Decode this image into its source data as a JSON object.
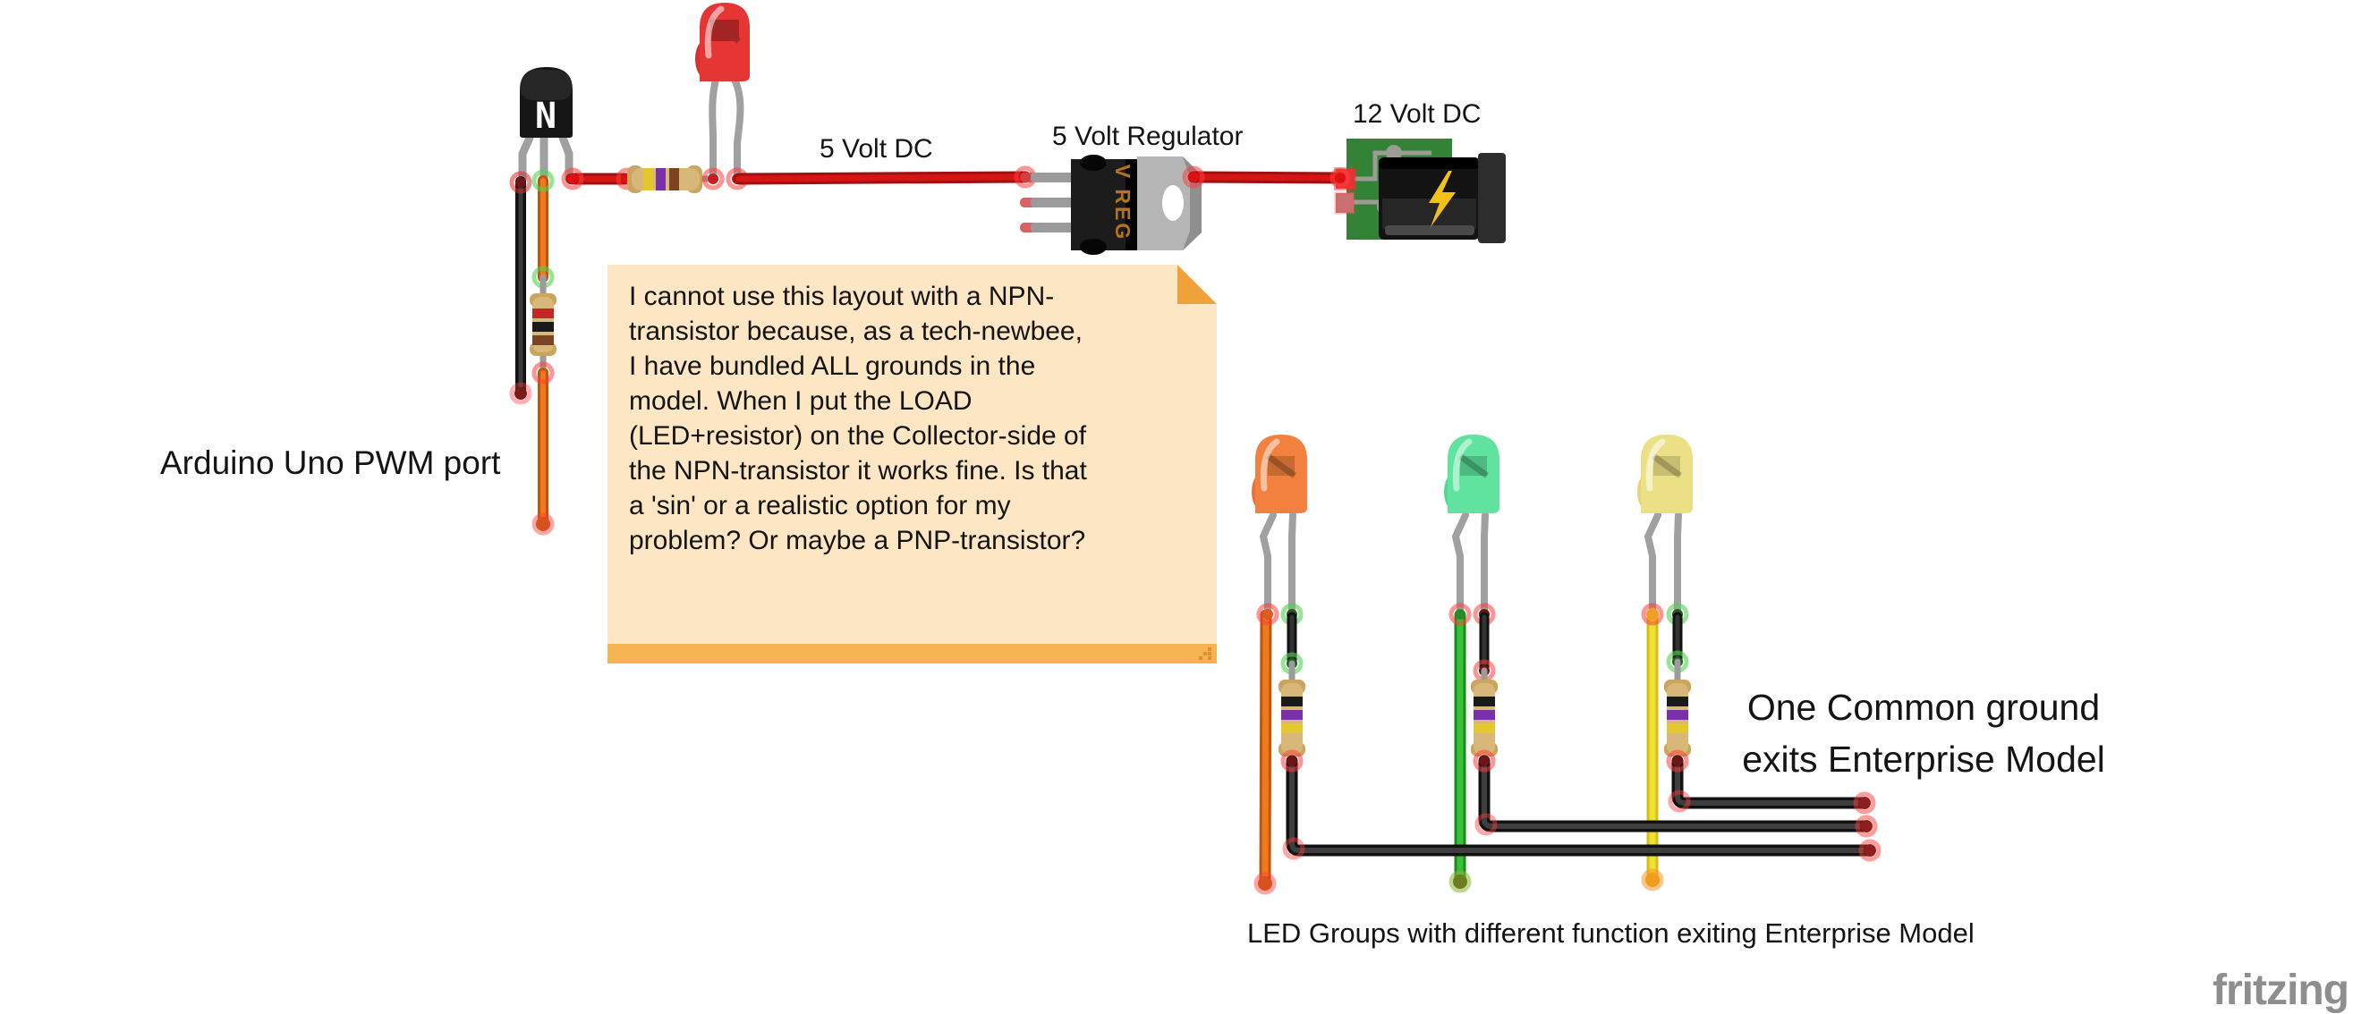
{
  "app": {
    "name": "Fritzing breadboard view",
    "logo": "fritzing"
  },
  "labels": {
    "volt5dc": "5 Volt DC",
    "volt5reg": "5 Volt Regulator",
    "volt12dc": "12 Volt DC",
    "arduino_port": "Arduino Uno PWM port",
    "ground_line1": "One Common ground",
    "ground_line2": "exits Enterprise Model",
    "led_groups": "LED Groups with different function exiting Enterprise Model"
  },
  "note": {
    "lines": [
      "I cannot use this layout with a NPN-",
      "transistor because, as a tech-newbee,",
      "I have bundled ALL grounds in the",
      "model. When I put the LOAD",
      "(LED+resistor) on the Collector-side of",
      "the NPN-transistor it works fine. Is that",
      "a 'sin' or a realistic option for my",
      "problem? Or maybe a PNP-transistor?"
    ],
    "colors": {
      "body": "#fce6c3",
      "bar": "#f6b351",
      "fold": "#f0a23a"
    }
  },
  "components": {
    "transistor_marking": "N",
    "regulator_marking": "V REG",
    "power_jack_icon": "lightning-bolt",
    "resistor_bands": {
      "series_resistor": [
        "yellow",
        "purple",
        "brown"
      ],
      "base_resistor": [
        "red",
        "black",
        "brown"
      ],
      "led_group_resistors": [
        "black",
        "purple",
        "yellow"
      ]
    },
    "led_colors": [
      "red",
      "orange",
      "green",
      "yellow"
    ]
  },
  "colors": {
    "wire_red": "#c41111",
    "wire_black": "#2b2b2b",
    "wire_orange": "#ef7a1e",
    "wire_green": "#35c335",
    "wire_yellow": "#f0e12e",
    "pcb_green": "#338336",
    "led_red": "#e63535",
    "led_orange": "#f2803f",
    "led_green": "#5fe39f",
    "led_yellow": "#ece087",
    "logo_gray": "#8e8e8e"
  }
}
